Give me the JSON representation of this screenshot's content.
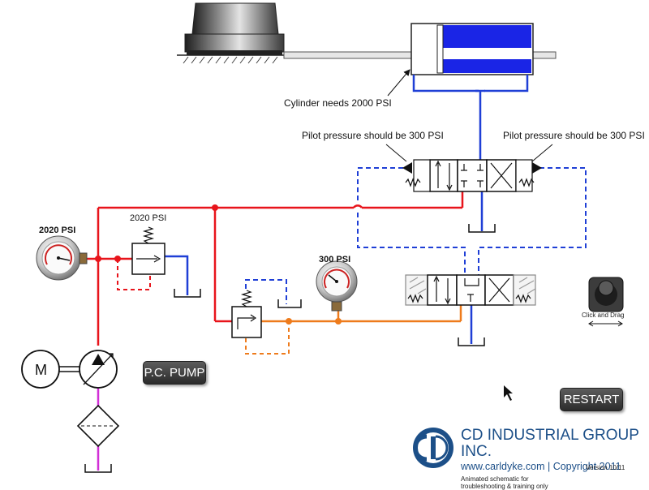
{
  "labels": {
    "cylinder_note": "Cylinder needs 2000 PSI",
    "pilot_left": "Pilot pressure should be 300 PSI",
    "pilot_right": "Pilot pressure should be 300 PSI",
    "gauge_main": "2020 PSI",
    "relief_setting": "2020 PSI",
    "gauge_pilot": "300 PSI",
    "motor_symbol": "M"
  },
  "controls": {
    "pump_button": "P.C. PUMP",
    "restart_button": "RESTART",
    "joystick_hint": "Click and Drag"
  },
  "branding": {
    "company": "CD INDUSTRIAL GROUP INC.",
    "website_line": "www.carldyke.com | Copyright  2011",
    "note_line1": "Animated schematic for",
    "note_line2": "troubleshooting & training only",
    "version": "Version 10/11"
  },
  "colors": {
    "pressure_line": "#e8141b",
    "tank_return": "#1f3fd6",
    "pilot_line": "#ee7b1c",
    "suction_line": "#d12fd6",
    "cylinder_fill": "#1a25e6"
  }
}
